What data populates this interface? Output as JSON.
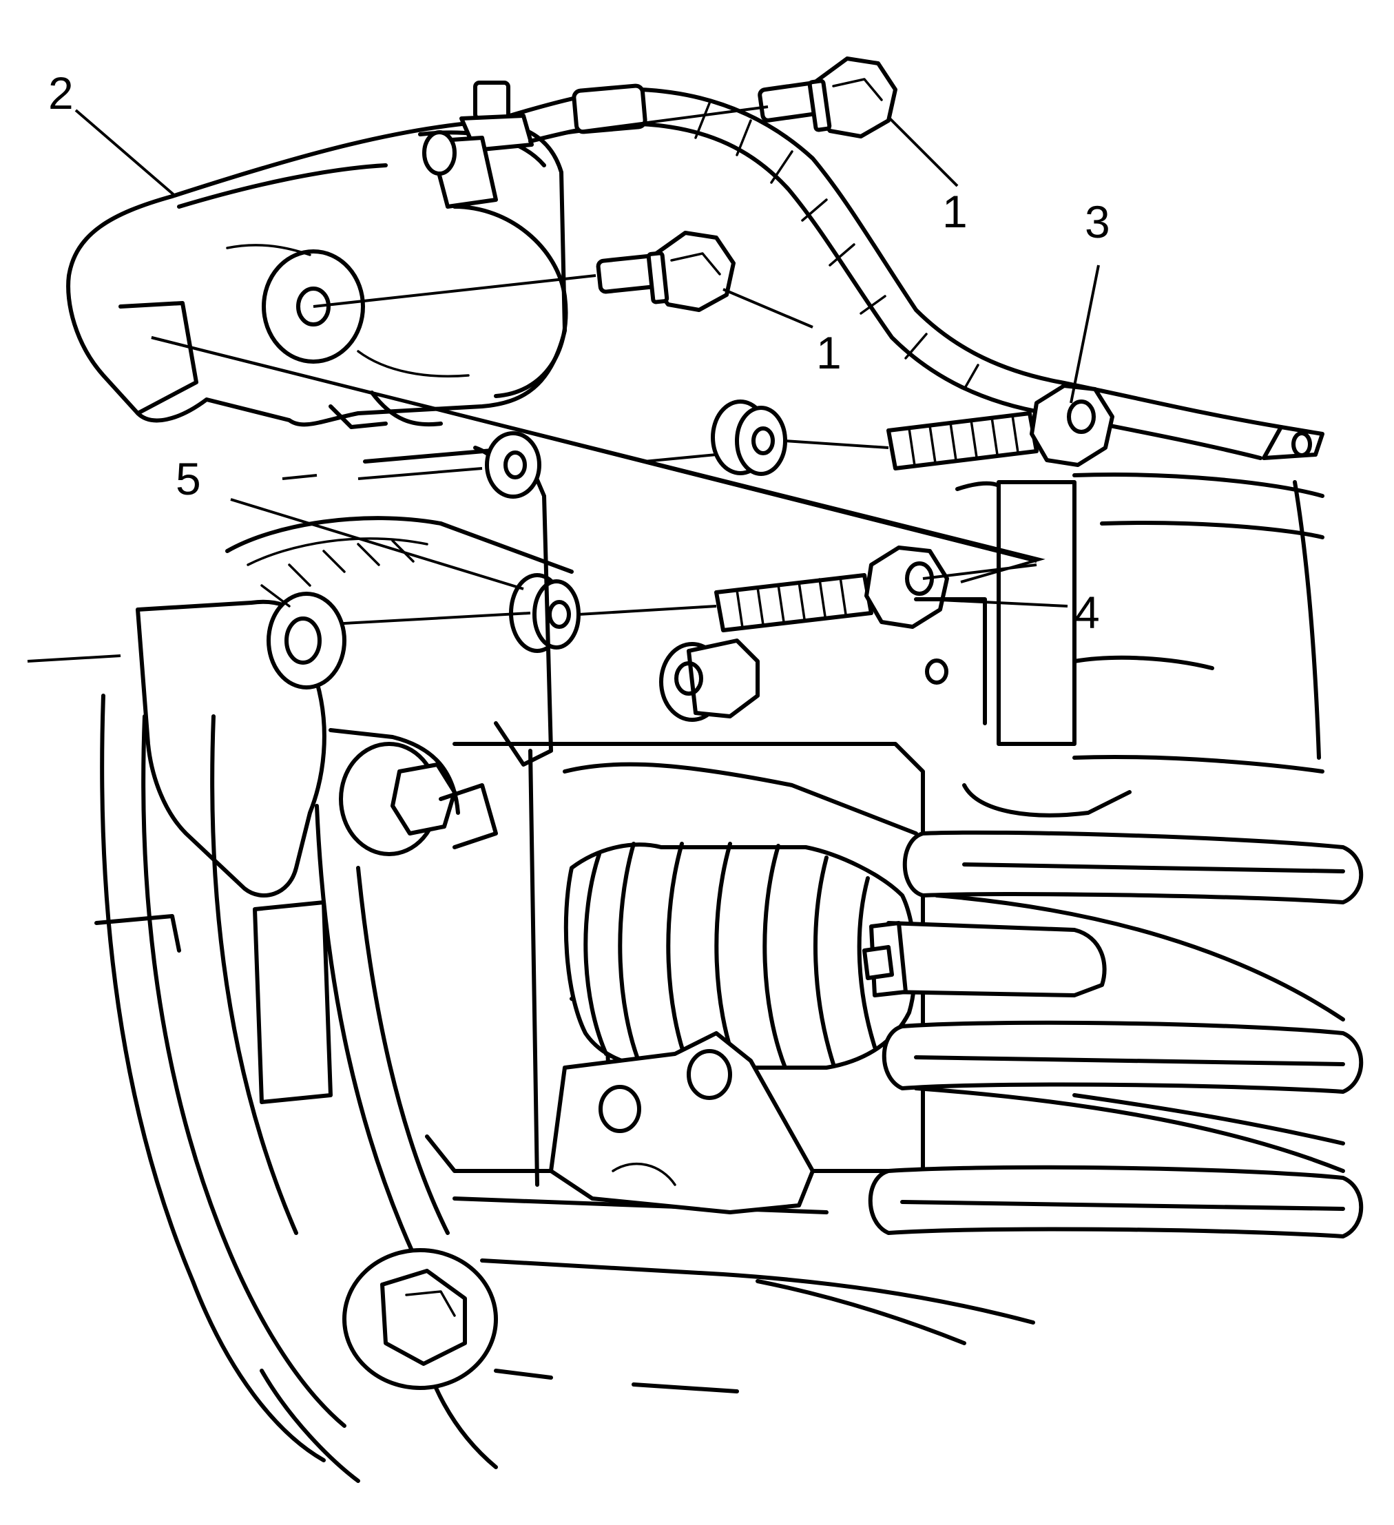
{
  "callouts": [
    {
      "id": "1a",
      "label": "1"
    },
    {
      "id": "1b",
      "label": "1"
    },
    {
      "id": "2",
      "label": "2"
    },
    {
      "id": "3",
      "label": "3"
    },
    {
      "id": "4",
      "label": "4"
    },
    {
      "id": "5",
      "label": "5"
    }
  ],
  "colors": {
    "line": "#000000",
    "background": "#ffffff"
  }
}
